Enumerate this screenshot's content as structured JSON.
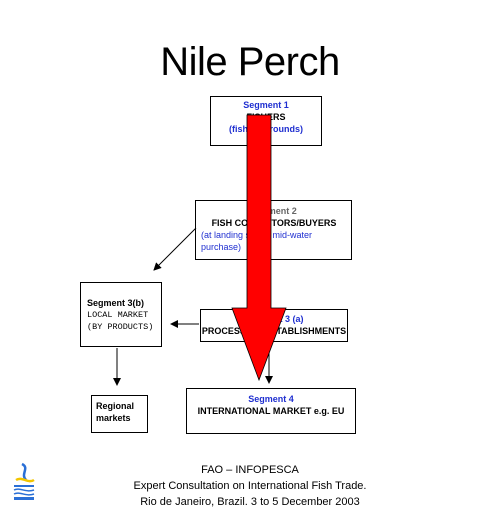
{
  "title": "Nile Perch",
  "seg1": {
    "heading": "Segment 1",
    "line1": "FISHERS",
    "line2": "(fishing grounds)"
  },
  "seg2": {
    "heading": "Segment 2",
    "line1": "FISH COLLECTORS/BUYERS",
    "line2": "(at landing site or mid-water",
    "line3": "purchase)"
  },
  "seg3b": {
    "heading": "Segment 3(b)",
    "line1": "LOCAL MARKET",
    "line2": "(BY PRODUCTS)"
  },
  "seg3a": {
    "heading": "Segment 3 (a)",
    "line1": "PROCESSING ESTABLISHMENTS"
  },
  "seg4": {
    "heading": "Segment 4",
    "line1": "INTERNATIONAL MARKET e.g. EU"
  },
  "regional": {
    "line1": "Regional",
    "line2": "markets"
  },
  "footer": {
    "line1": "FAO – INFOPESCA",
    "line2": "Expert Consultation on International Fish Trade.",
    "line3": "Rio de Janeiro, Brazil. 3 to 5 December 2003"
  },
  "colors": {
    "arrow": "#ff0000",
    "segment_text": "#1f2fd0"
  },
  "logo_icon": "infopesca-logo-icon"
}
